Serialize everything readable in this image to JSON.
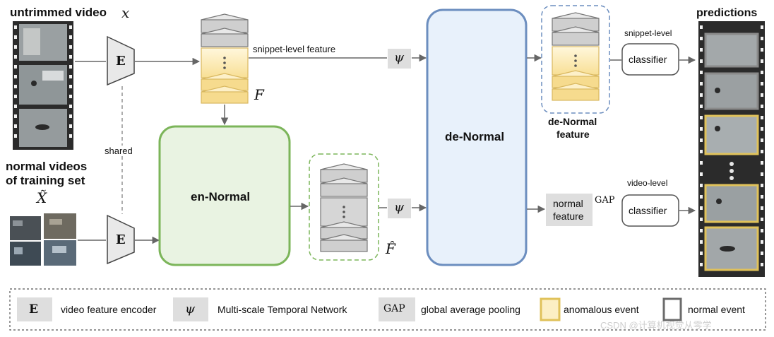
{
  "labels": {
    "untrimmed_video": "untrimmed video",
    "x_symbol": "x",
    "normal_videos_line1": "normal videos",
    "normal_videos_line2": "of training set",
    "x_tilde_symbol": "X̃",
    "shared": "shared",
    "encoder_symbol": "E",
    "snippet_level_feature": "snippet-level feature",
    "f_symbol": "F",
    "f_hat_symbol": "F̂",
    "psi_symbol": "ψ",
    "en_normal": "en-Normal",
    "de_normal": "de-Normal",
    "de_normal_feature_line1": "de-Normal",
    "de_normal_feature_line2": "feature",
    "snippet_level": "snippet-level",
    "video_level": "video-level",
    "classifier": "classifier",
    "normal_feature_line1": "normal",
    "normal_feature_line2": "feature",
    "gap": "GAP",
    "predictions": "predictions"
  },
  "legend": {
    "encoder_symbol": "E",
    "encoder_text": "video feature encoder",
    "psi_symbol": "ψ",
    "psi_text": "Multi-scale Temporal Network",
    "gap_symbol": "GAP",
    "gap_text": "global average pooling",
    "anomalous_text": "anomalous event",
    "normal_text": "normal event"
  },
  "watermark": "CSDN @计算机视觉从零学",
  "colors": {
    "en_normal_border": "#7cb55a",
    "de_normal_border": "#6c8ebf",
    "de_normal_fill": "#e8f1fb",
    "anomalous_border": "#e0c25a",
    "anomalous_fill": "#fcefc4",
    "normal_border": "#6b6b6b",
    "gray_box": "#dedede"
  }
}
